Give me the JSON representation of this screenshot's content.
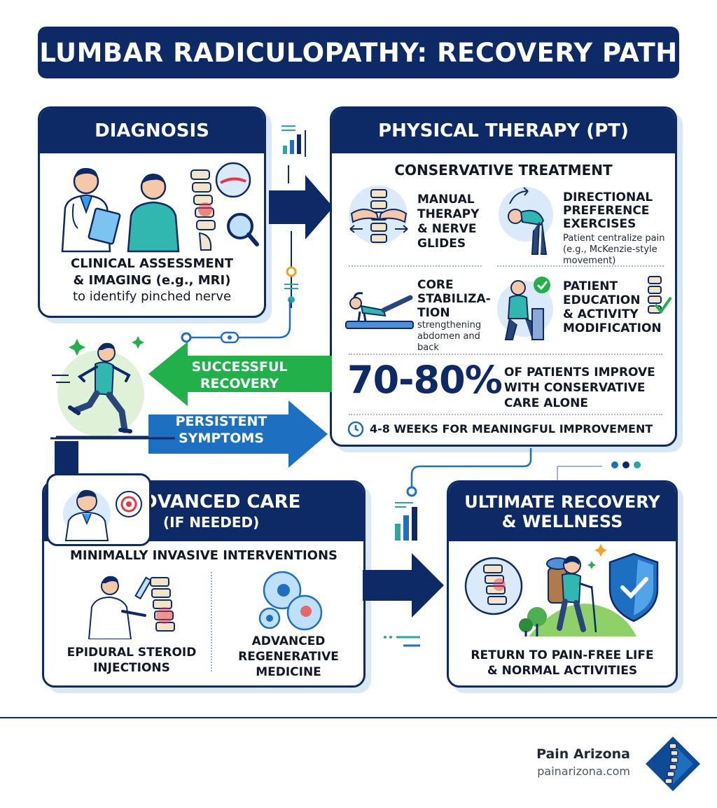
{
  "title": "LUMBAR RADICULOPATHY: RECOVERY PATH",
  "diagnosis": {
    "header": "DIAGNOSIS",
    "line1": "CLINICAL ASSESSMENT",
    "line2": "& IMAGING (e.g., MRI)",
    "line3": "to identify pinched nerve"
  },
  "pt": {
    "header": "PHYSICAL THERAPY (PT)",
    "subheader": "CONSERVATIVE TREATMENT",
    "manual": [
      "MANUAL",
      "THERAPY",
      "& NERVE",
      "GLIDES"
    ],
    "directional": [
      "DIRECTIONAL",
      "PREFERENCE",
      "EXERCISES"
    ],
    "directional_desc": [
      "Patient centralize pain",
      "(e.g., McKenzie-style",
      "movement)"
    ],
    "core": [
      "CORE",
      "STABILIZA-",
      "TION"
    ],
    "core_desc": [
      "strengthening",
      "abdomen and",
      "back"
    ],
    "education": [
      "PATIENT",
      "EDUCATION",
      "& ACTIVITY",
      "MODIFICATION"
    ],
    "stat_value": "70-80%",
    "stat_text": [
      "OF PATIENTS IMPROVE",
      "WITH CONSERVATIVE",
      "CARE ALONE"
    ],
    "duration": "4-8 WEEKS FOR MEANINGFUL IMPROVEMENT"
  },
  "outcomes": {
    "success": [
      "SUCCESSFUL",
      "RECOVERY"
    ],
    "persistent": [
      "PERSISTENT",
      "SYMPTOMS"
    ]
  },
  "advanced": {
    "header1": "ADVANCED CARE",
    "header2": "(IF NEEDED)",
    "subheader": "MINIMALLY INVASIVE INTERVENTIONS",
    "epidural": [
      "EPIDURAL STEROID",
      "INJECTIONS"
    ],
    "regenerative": [
      "ADVANCED",
      "REGENERATIVE",
      "MEDICINE"
    ]
  },
  "ultimate": {
    "header1": "ULTIMATE RECOVERY",
    "header2": "& WELLNESS",
    "text": [
      "RETURN TO PAIN-FREE LIFE",
      "& NORMAL ACTIVITIES"
    ]
  },
  "footer": {
    "brand": "Pain Arizona",
    "url": "painarizona.com"
  },
  "colors": {
    "navy": "#0e2a66",
    "green": "#22b04b",
    "blue": "#1d6fc2",
    "light_blue": "#dbeafa",
    "accent_red": "#e63946"
  }
}
